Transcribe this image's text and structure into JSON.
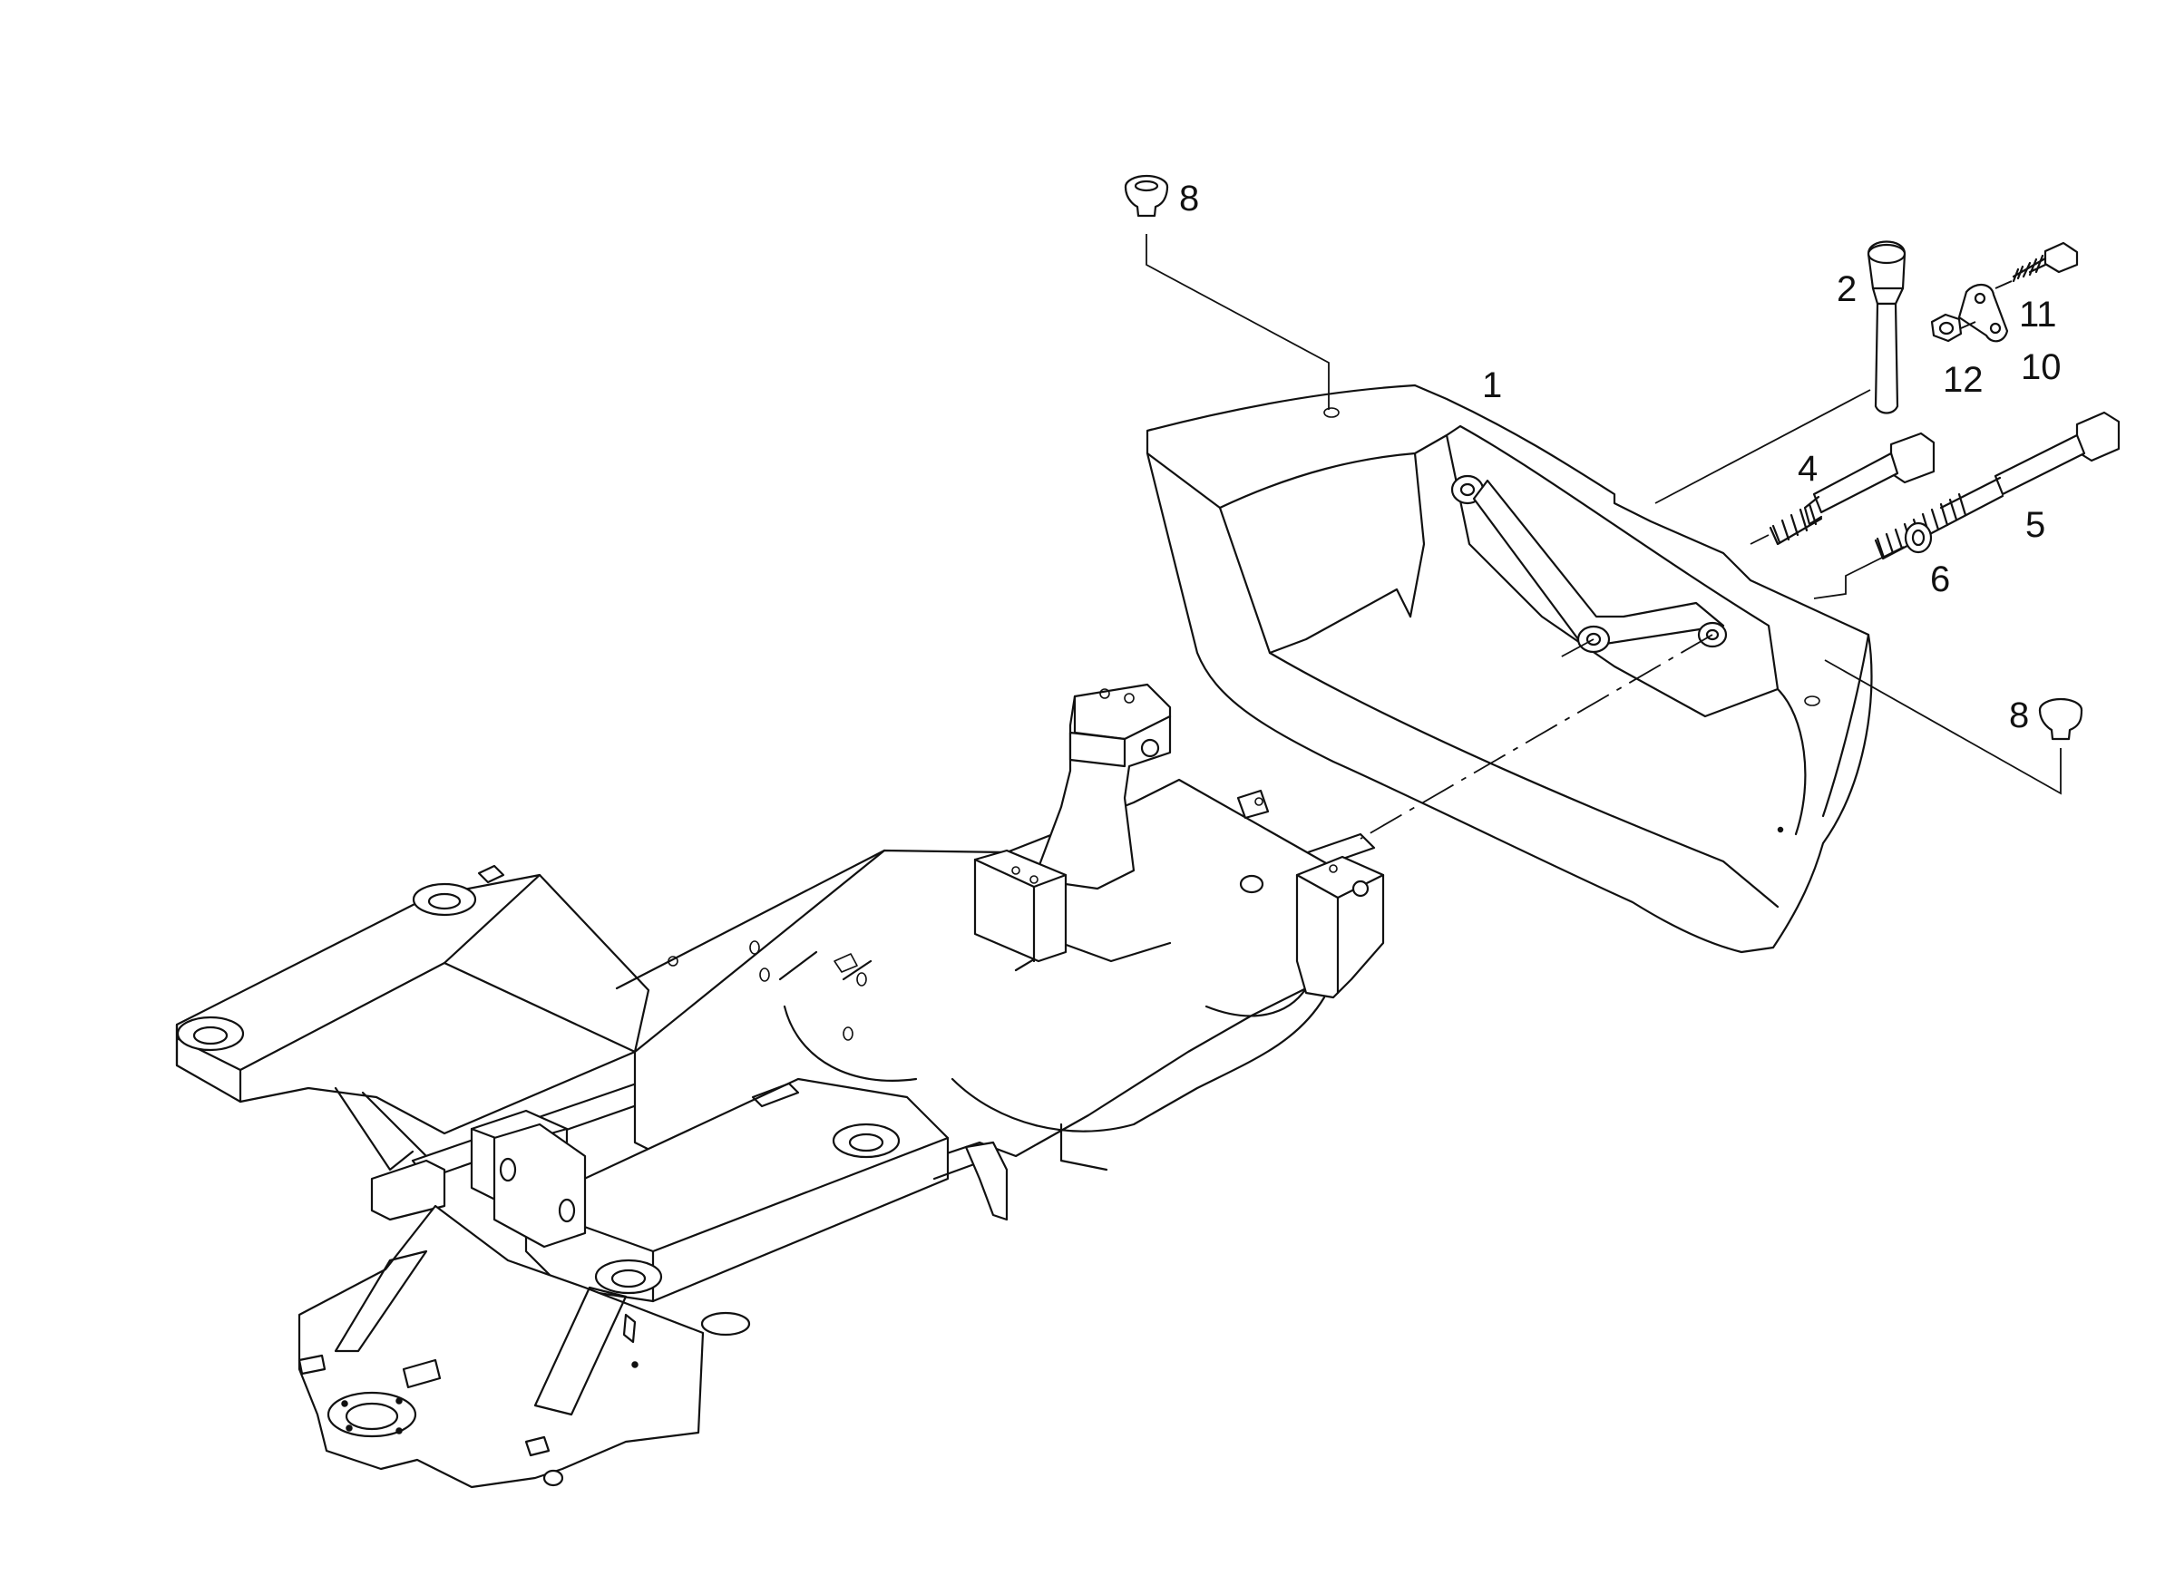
{
  "callouts": [
    {
      "id": "c8a",
      "label": "8"
    },
    {
      "id": "c2",
      "label": "2"
    },
    {
      "id": "c11",
      "label": "11"
    },
    {
      "id": "c12",
      "label": "12"
    },
    {
      "id": "c10",
      "label": "10"
    },
    {
      "id": "c1",
      "label": "1"
    },
    {
      "id": "c4",
      "label": "4"
    },
    {
      "id": "c5",
      "label": "5"
    },
    {
      "id": "c6",
      "label": "6"
    },
    {
      "id": "c8b",
      "label": "8"
    }
  ]
}
